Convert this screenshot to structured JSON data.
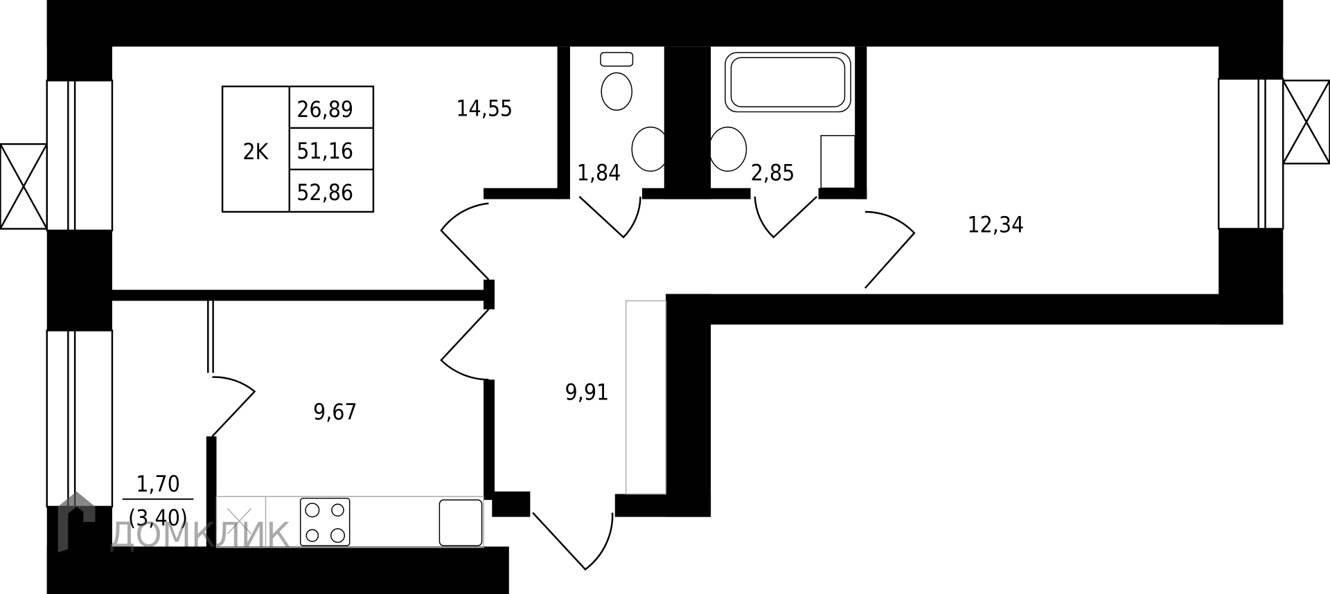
{
  "summary": {
    "type": "2K",
    "living_area": "26,89",
    "total_area": "51,16",
    "total_area_with_balcony": "52,86"
  },
  "rooms": [
    {
      "name": "room-1",
      "area": "14,55"
    },
    {
      "name": "toilet",
      "area": "1,84"
    },
    {
      "name": "bathroom",
      "area": "2,85"
    },
    {
      "name": "room-2",
      "area": "12,34"
    },
    {
      "name": "kitchen",
      "area": "9,67"
    },
    {
      "name": "hallway",
      "area": "9,91"
    }
  ],
  "loggia": {
    "area": "1,70",
    "full_area": "(3,40)"
  },
  "watermark": "ДОМКЛИК",
  "colors": {
    "wall": "#000000",
    "background": "#ffffff",
    "watermark": "#555555"
  }
}
